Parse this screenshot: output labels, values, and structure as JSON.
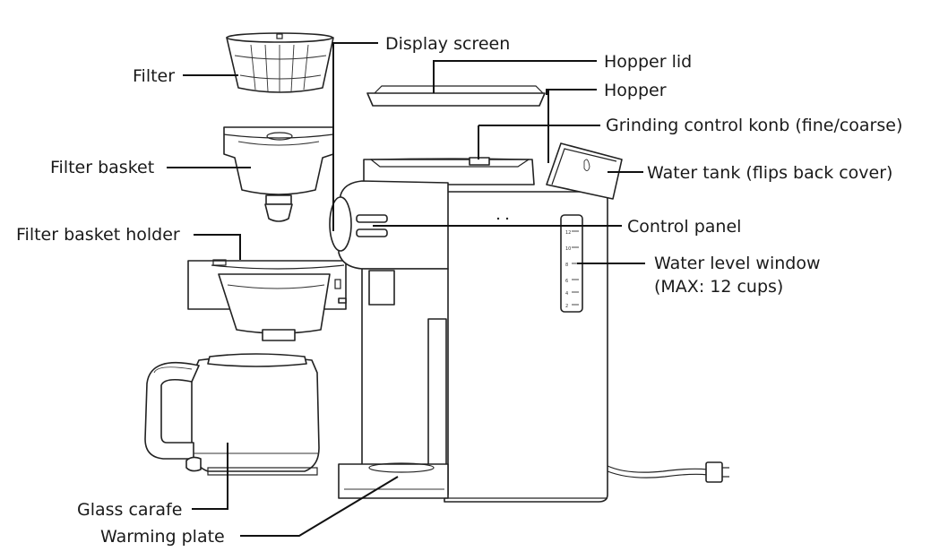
{
  "labels": {
    "filter": "Filter",
    "filter_basket": "Filter basket",
    "filter_basket_holder": "Filter basket holder",
    "glass_carafe": "Glass carafe",
    "warming_plate": "Warming plate",
    "display_screen": "Display screen",
    "hopper_lid": "Hopper lid",
    "hopper": "Hopper",
    "grinding_control_knob": "Grinding control konb (fine/coarse)",
    "water_tank": "Water tank (flips back cover)",
    "control_panel": "Control panel",
    "water_level_window_line1": "Water level window",
    "water_level_window_line2": "(MAX: 12 cups)"
  },
  "water_level_ticks": [
    "12",
    "10",
    "8",
    "6",
    "4",
    "2"
  ]
}
